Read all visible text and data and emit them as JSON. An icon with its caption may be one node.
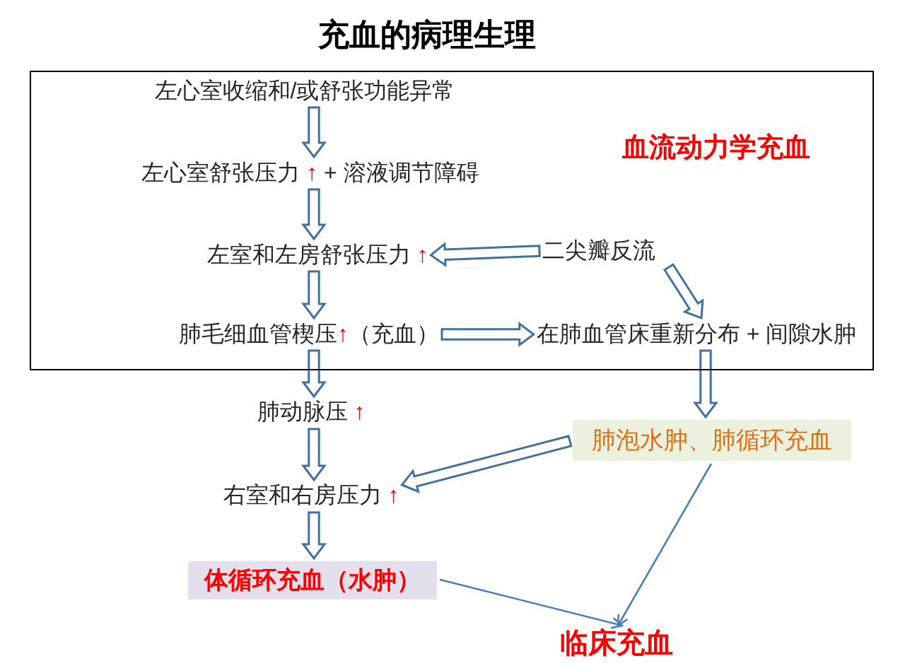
{
  "diagram": {
    "title": "充血的病理生理",
    "nodes": [
      {
        "text": [
          "血流动力学充血"
        ]
      },
      {
        "text": [
          "左心室收缩和/或舒张功能异常"
        ],
        "in": 0
      },
      {
        "text": [
          "左心室舒张压力 ↑ + 溶液调节障碍"
        ],
        "in": 0
      },
      {
        "text": [
          "左室和左房舒张压力 ↑"
        ],
        "in": 0
      },
      {
        "text": [
          "二尖瓣反流"
        ],
        "in": 0
      },
      {
        "text": [
          "肺毛细血管楔压↑（充血）"
        ],
        "in": 0
      },
      {
        "text": [
          "在肺血管床重新分布 + 间隙水肿"
        ],
        "in": 0
      },
      {
        "text": [
          "肺动脉压 ↑"
        ]
      },
      {
        "text": [
          "肺泡水肿、肺循环充血"
        ]
      },
      {
        "text": [
          "右室和右房压力 ↑"
        ]
      },
      {
        "text": [
          "体循环充血（水肿）"
        ]
      },
      {
        "text": [
          "临床充血"
        ]
      }
    ],
    "edges": [
      {
        "from": 1,
        "to": 2,
        "arrow": "to",
        "style": "thick"
      },
      {
        "from": 2,
        "to": 3,
        "arrow": "to",
        "style": "thick"
      },
      {
        "from": 4,
        "to": 3,
        "arrow": "to",
        "style": "thick"
      },
      {
        "from": 3,
        "to": 5,
        "arrow": "to",
        "style": "thick"
      },
      {
        "from": 5,
        "to": 6,
        "arrow": "to",
        "style": "thick"
      },
      {
        "from": 4,
        "to": 6,
        "arrow": "to",
        "style": "thick"
      },
      {
        "from": 5,
        "to": 7,
        "arrow": "to",
        "style": "thick"
      },
      {
        "from": 6,
        "to": 8,
        "arrow": "to",
        "style": "thick"
      },
      {
        "from": 7,
        "to": 9,
        "arrow": "to",
        "style": "thick"
      },
      {
        "from": 8,
        "to": 9,
        "arrow": "to",
        "style": "thick"
      },
      {
        "from": 9,
        "to": 10,
        "arrow": "to",
        "style": "thick"
      },
      {
        "from": 10,
        "to": 11,
        "arrow": "to"
      },
      {
        "from": 8,
        "to": 11,
        "arrow": "to"
      }
    ]
  }
}
